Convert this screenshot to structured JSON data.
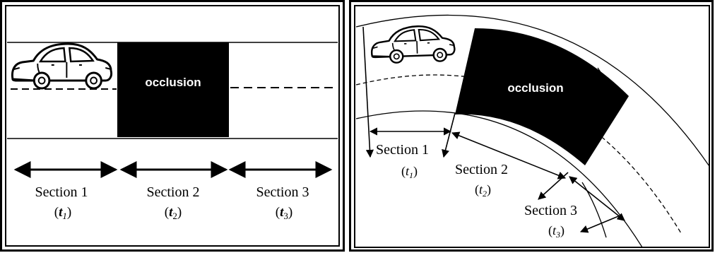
{
  "left_panel": {
    "occlusion_label": "occlusion",
    "sections": [
      {
        "label": "Section 1",
        "time_var": "t",
        "time_sub": "1"
      },
      {
        "label": "Section 2",
        "time_var": "t",
        "time_sub": "2"
      },
      {
        "label": "Section 3",
        "time_var": "t",
        "time_sub": "3"
      }
    ]
  },
  "right_panel": {
    "occlusion_label": "occlusion",
    "sections": [
      {
        "label": "Section 1",
        "time_var": "t",
        "time_sub": "1"
      },
      {
        "label": "Section 2",
        "time_var": "t",
        "time_sub": "2"
      },
      {
        "label": "Section 3",
        "time_var": "t",
        "time_sub": "3"
      }
    ]
  }
}
